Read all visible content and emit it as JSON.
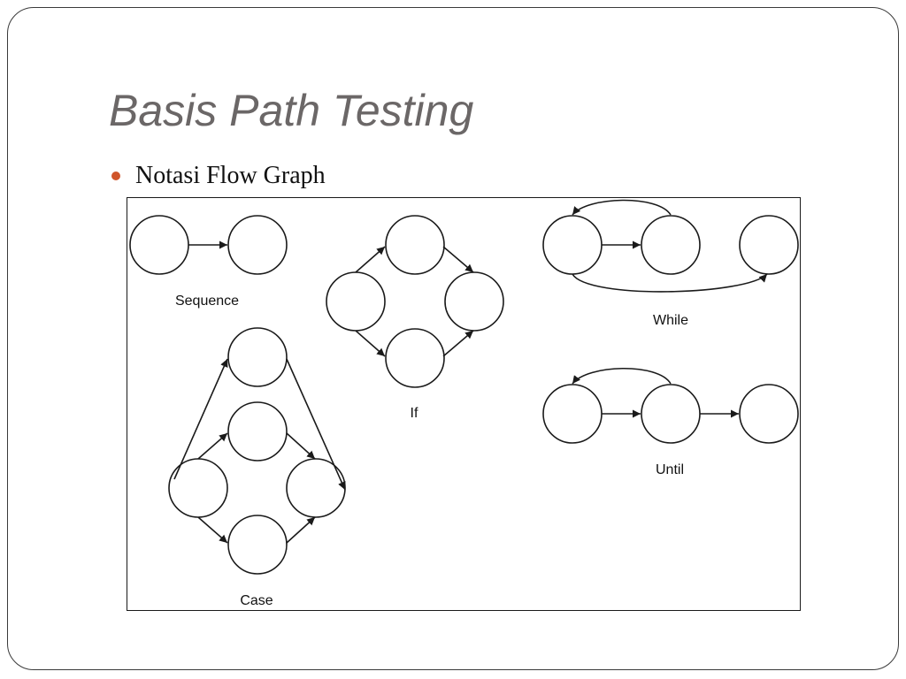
{
  "slide": {
    "title": "Basis Path Testing",
    "bullet": "Notasi Flow Graph",
    "bullet_color": "#d0552a",
    "title_color": "#6b6767"
  },
  "diagram": {
    "labels": {
      "sequence": "Sequence",
      "if": "If",
      "while": "While",
      "until": "Until",
      "case": "Case"
    }
  }
}
